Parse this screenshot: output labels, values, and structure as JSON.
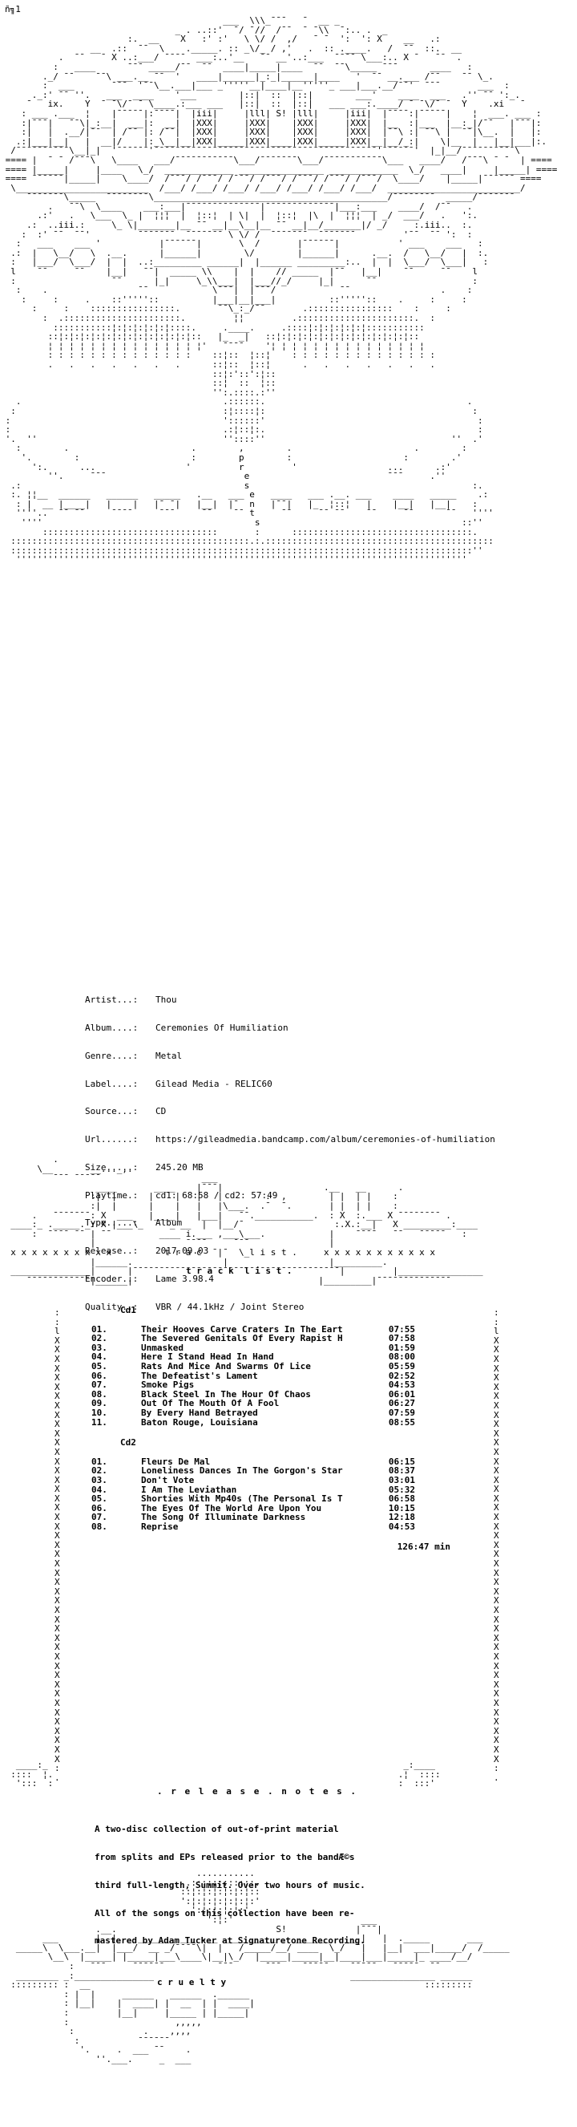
{
  "corner_tag": "ñ╗1",
  "presents_word": "p r e s e n t s",
  "nfo": [
    {
      "k": "Artist...:",
      "v": "Thou"
    },
    {
      "k": "Album....:",
      "v": "Ceremonies Of Humiliation"
    },
    {
      "k": "Genre....:",
      "v": "Metal"
    },
    {
      "k": "Label....:",
      "v": "Gilead Media - RELIC60"
    },
    {
      "k": "Source...:",
      "v": "CD"
    },
    {
      "k": "Url......:",
      "v": "https://gileadmedia.bandcamp.com/album/ceremonies-of-humiliation"
    },
    {
      "k": "Size.....:",
      "v": "245.20 MB"
    },
    {
      "k": "Playtime.:",
      "v": "cd1: 68:58 / cd2: 57:49"
    },
    {
      "k": "Type.....:",
      "v": "Album"
    },
    {
      "k": "Release..:",
      "v": "2017.09.03"
    },
    {
      "k": "Encoder..:",
      "v": "Lame 3.98.4"
    },
    {
      "k": "Quality..:",
      "v": "VBR / 44.1kHz / Joint Stereo"
    }
  ],
  "tracklist_label": "t r a c k  l i s t .",
  "discs": [
    {
      "label": "Cd1",
      "tracks": [
        {
          "n": "01.",
          "t": "Their Hooves Carve Craters In The Eart",
          "d": "07:55"
        },
        {
          "n": "02.",
          "t": "The Severed Genitals Of Every Rapist H",
          "d": "07:58"
        },
        {
          "n": "03.",
          "t": "Unmasked",
          "d": "01:59"
        },
        {
          "n": "04.",
          "t": "Here I Stand Head In Hand",
          "d": "08:00"
        },
        {
          "n": "05.",
          "t": "Rats And Mice And Swarms Of Lice",
          "d": "05:59"
        },
        {
          "n": "06.",
          "t": "The Defeatist's Lament",
          "d": "02:52"
        },
        {
          "n": "07.",
          "t": "Smoke Pigs",
          "d": "04:53"
        },
        {
          "n": "08.",
          "t": "Black Steel In The Hour Of Chaos",
          "d": "06:01"
        },
        {
          "n": "09.",
          "t": "Out Of The Mouth Of A Fool",
          "d": "06:27"
        },
        {
          "n": "10.",
          "t": "By Every Hand Betrayed",
          "d": "07:59"
        },
        {
          "n": "11.",
          "t": "Baton Rouge, Louisiana",
          "d": "08:55"
        }
      ]
    },
    {
      "label": "Cd2",
      "tracks": [
        {
          "n": "01.",
          "t": "Fleurs De Mal",
          "d": "06:15"
        },
        {
          "n": "02.",
          "t": "Loneliness Dances In The Gorgon's Star",
          "d": "08:37"
        },
        {
          "n": "03.",
          "t": "Don't Vote",
          "d": "03:01"
        },
        {
          "n": "04.",
          "t": "I Am The Leviathan",
          "d": "05:32"
        },
        {
          "n": "05.",
          "t": "Shorties With Mp40s (The Personal Is T",
          "d": "06:58"
        },
        {
          "n": "06.",
          "t": "The Eyes Of The World Are Upon You",
          "d": "10:15"
        },
        {
          "n": "07.",
          "t": "The Song Of Illuminate Darkness",
          "d": "12:18"
        },
        {
          "n": "08.",
          "t": "Reprise",
          "d": "04:53"
        }
      ]
    }
  ],
  "total_time": "126:47 min",
  "notes_heading": ". r e l e a s e . n o t e s .",
  "notes_lines": [
    "A two-disc collection of out-of-print material",
    "from splits and EPs released prior to the bandÆ©s",
    "third full-length, Summit. Over two hours of music.",
    "All of the songs on this collection have been re-",
    "mastered by Adam Tucker at Signaturetone Recording."
  ],
  "footer_word": "c r u e l t y"
}
